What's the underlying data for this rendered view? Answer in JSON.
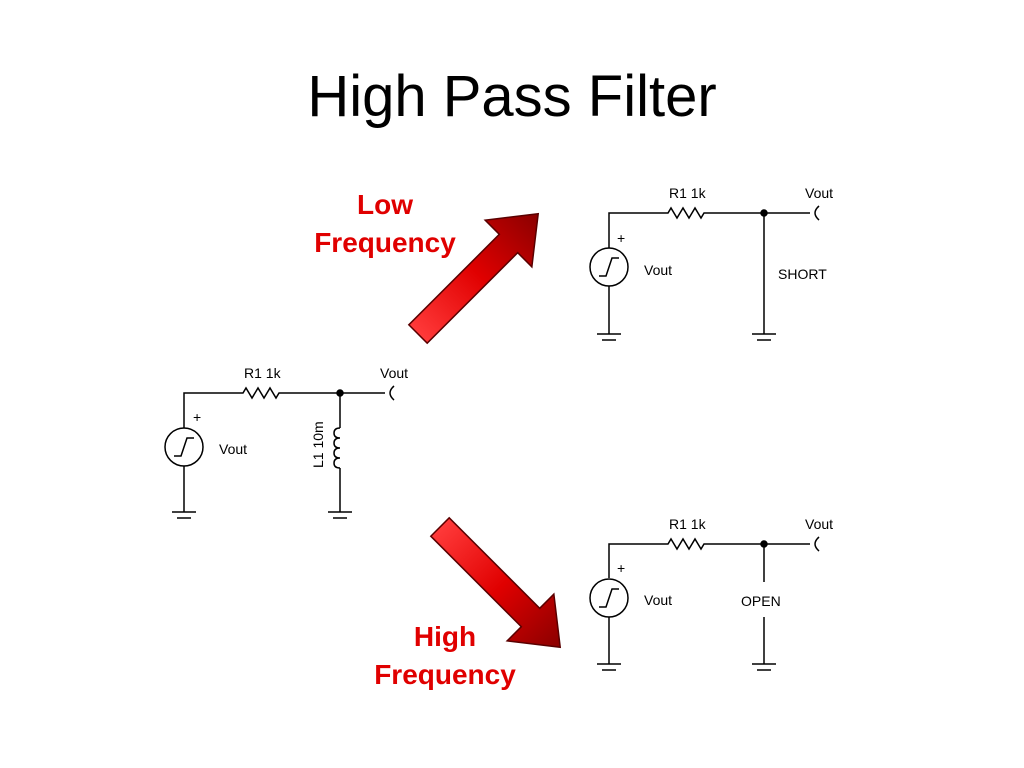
{
  "title": "High Pass Filter",
  "accent_color": "#e00000",
  "captions": {
    "low": [
      "Low",
      "Frequency"
    ],
    "high": [
      "High",
      "Frequency"
    ]
  },
  "circuits": {
    "main": {
      "resistor_label": "R1 1k",
      "output_label": "Vout",
      "source_label": "Vout",
      "source_polarity": "+",
      "inductor_label": "L1 10m"
    },
    "low_frequency": {
      "resistor_label": "R1 1k",
      "output_label": "Vout",
      "source_label": "Vout",
      "source_polarity": "+",
      "branch_label": "SHORT"
    },
    "high_frequency": {
      "resistor_label": "R1 1k",
      "output_label": "Vout",
      "source_label": "Vout",
      "source_polarity": "+",
      "branch_label": "OPEN"
    }
  }
}
